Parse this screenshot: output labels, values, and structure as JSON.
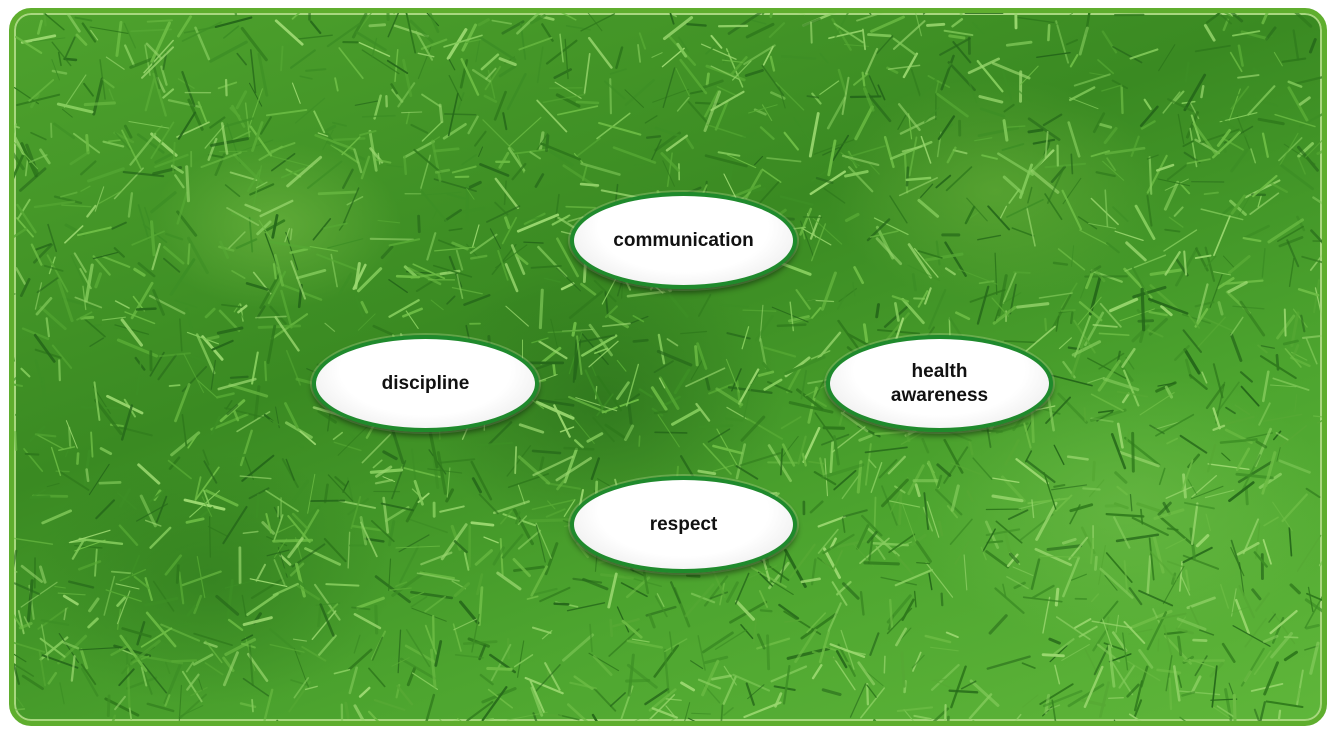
{
  "diagram": {
    "nodes": [
      {
        "id": "communication",
        "lines": [
          "communication"
        ]
      },
      {
        "id": "discipline",
        "lines": [
          "discipline"
        ]
      },
      {
        "id": "health-awareness",
        "lines": [
          "health",
          "awareness"
        ]
      },
      {
        "id": "respect",
        "lines": [
          "respect"
        ]
      }
    ]
  },
  "colors": {
    "node_border": "#1f8a2c",
    "frame_border": "#5fae2e",
    "grass": "#3f8f24"
  }
}
